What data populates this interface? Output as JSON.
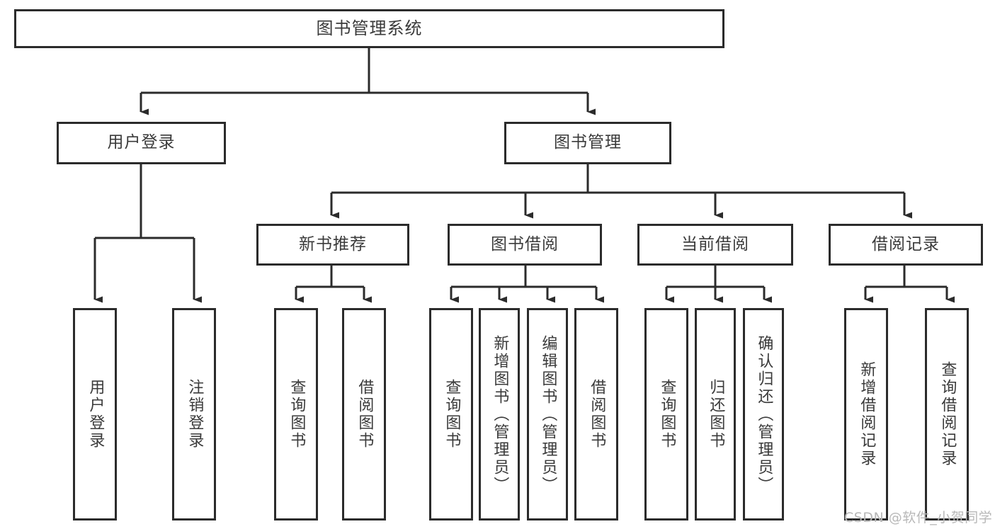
{
  "diagram": {
    "type": "tree-hierarchy",
    "title": "图书管理系统",
    "root": {
      "id": "root",
      "label": "图书管理系统"
    },
    "level2": [
      {
        "id": "user-login",
        "label": "用户登录"
      },
      {
        "id": "book-management",
        "label": "图书管理"
      }
    ],
    "level3": [
      {
        "id": "new-book-recommend",
        "label": "新书推荐"
      },
      {
        "id": "book-borrow",
        "label": "图书借阅"
      },
      {
        "id": "current-borrow",
        "label": "当前借阅"
      },
      {
        "id": "borrow-record",
        "label": "借阅记录"
      }
    ],
    "leaves": {
      "user_login": [
        {
          "id": "leaf-user-login",
          "label": "用户登录"
        },
        {
          "id": "leaf-logout-login",
          "label": "注销登录"
        }
      ],
      "new_book_recommend": [
        {
          "id": "leaf-query-book-1",
          "label": "查询图书"
        },
        {
          "id": "leaf-borrow-book-1",
          "label": "借阅图书"
        }
      ],
      "book_borrow": [
        {
          "id": "leaf-query-book-2",
          "label": "查询图书"
        },
        {
          "id": "leaf-add-book",
          "label": "新增图书（管理员）"
        },
        {
          "id": "leaf-edit-book",
          "label": "编辑图书（管理员）"
        },
        {
          "id": "leaf-borrow-book-2",
          "label": "借阅图书"
        }
      ],
      "current_borrow": [
        {
          "id": "leaf-query-book-3",
          "label": "查询图书"
        },
        {
          "id": "leaf-return-book",
          "label": "归还图书"
        },
        {
          "id": "leaf-confirm-return",
          "label": "确认归还（管理员）"
        }
      ],
      "borrow_record": [
        {
          "id": "leaf-add-record",
          "label": "新增借阅记录"
        },
        {
          "id": "leaf-query-record",
          "label": "查询借阅记录"
        }
      ]
    }
  },
  "watermark": {
    "text": "CSDN @软件_小贺同学"
  },
  "colors": {
    "stroke": "#2b2b2b",
    "text": "#3a3a3a",
    "background": "#ffffff",
    "watermark": "#b8b8b8"
  }
}
